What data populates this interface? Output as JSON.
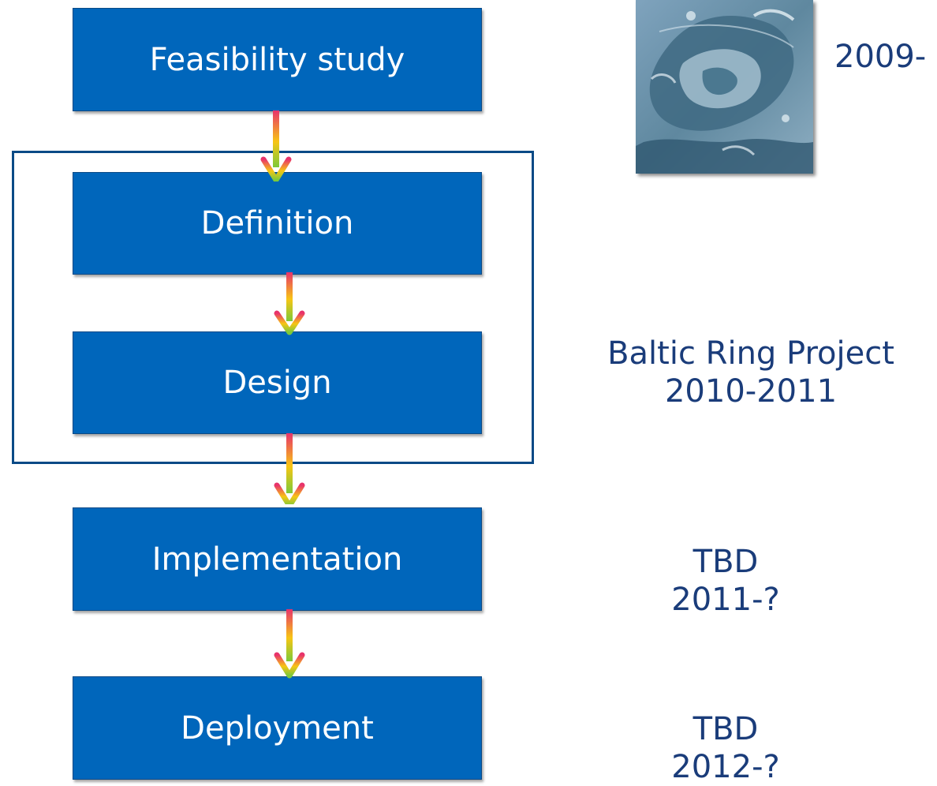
{
  "stages": {
    "feasibility": "Feasibility study",
    "definition": "Definition",
    "design": "Design",
    "implementation": "Implementation",
    "deployment": "Deployment"
  },
  "side_labels": {
    "feasibility_year": "2009-",
    "design_phase_line1": "Baltic Ring Project",
    "design_phase_line2": "2010-2011",
    "implementation_line1": "TBD",
    "implementation_line2": "2011-?",
    "deployment_line1": "TBD",
    "deployment_line2": "2012-?"
  },
  "colors": {
    "box_fill": "#0066bb",
    "frame": "#0a4a86",
    "label_text": "#1a3c7a",
    "arrow_top": "#e8336b",
    "arrow_mid": "#f7c514",
    "arrow_bottom": "#7cc93a"
  },
  "image": {
    "icon": "baltic-map-image"
  }
}
